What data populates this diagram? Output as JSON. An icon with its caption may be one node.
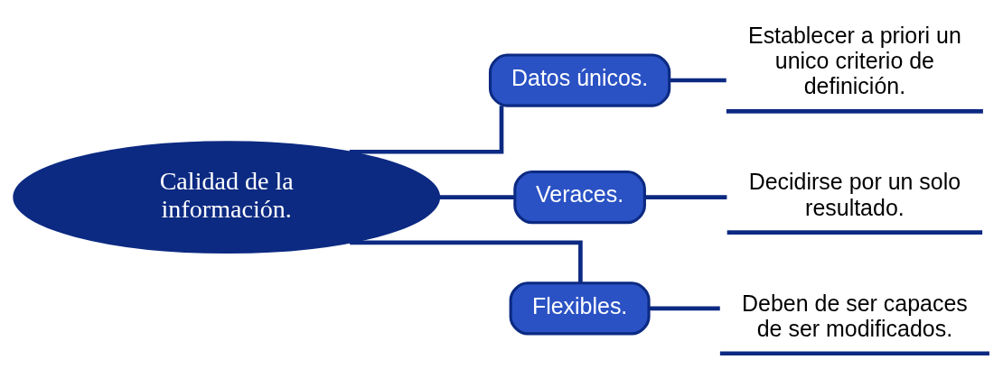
{
  "diagram": {
    "nodes": [
      {
        "text": [
          "Calidad de la información."
        ]
      },
      {
        "text": [
          "Datos únicos."
        ]
      },
      {
        "text": [
          "Veraces."
        ]
      },
      {
        "text": [
          "Flexibles."
        ]
      },
      {
        "text": [
          "Establecer a priori un unico criterio de definición."
        ]
      },
      {
        "text": [
          "Decidirse por un solo resultado."
        ]
      },
      {
        "text": [
          "Deben de ser capaces de ser modificados."
        ]
      }
    ],
    "edges": [
      {
        "from": 0,
        "to": 1,
        "arrow": "none"
      },
      {
        "from": 0,
        "to": 2,
        "arrow": "none"
      },
      {
        "from": 0,
        "to": 3,
        "arrow": "none"
      },
      {
        "from": 1,
        "to": 4,
        "arrow": "none"
      },
      {
        "from": 2,
        "to": 5,
        "arrow": "none"
      },
      {
        "from": 3,
        "to": 6,
        "arrow": "none"
      }
    ]
  }
}
